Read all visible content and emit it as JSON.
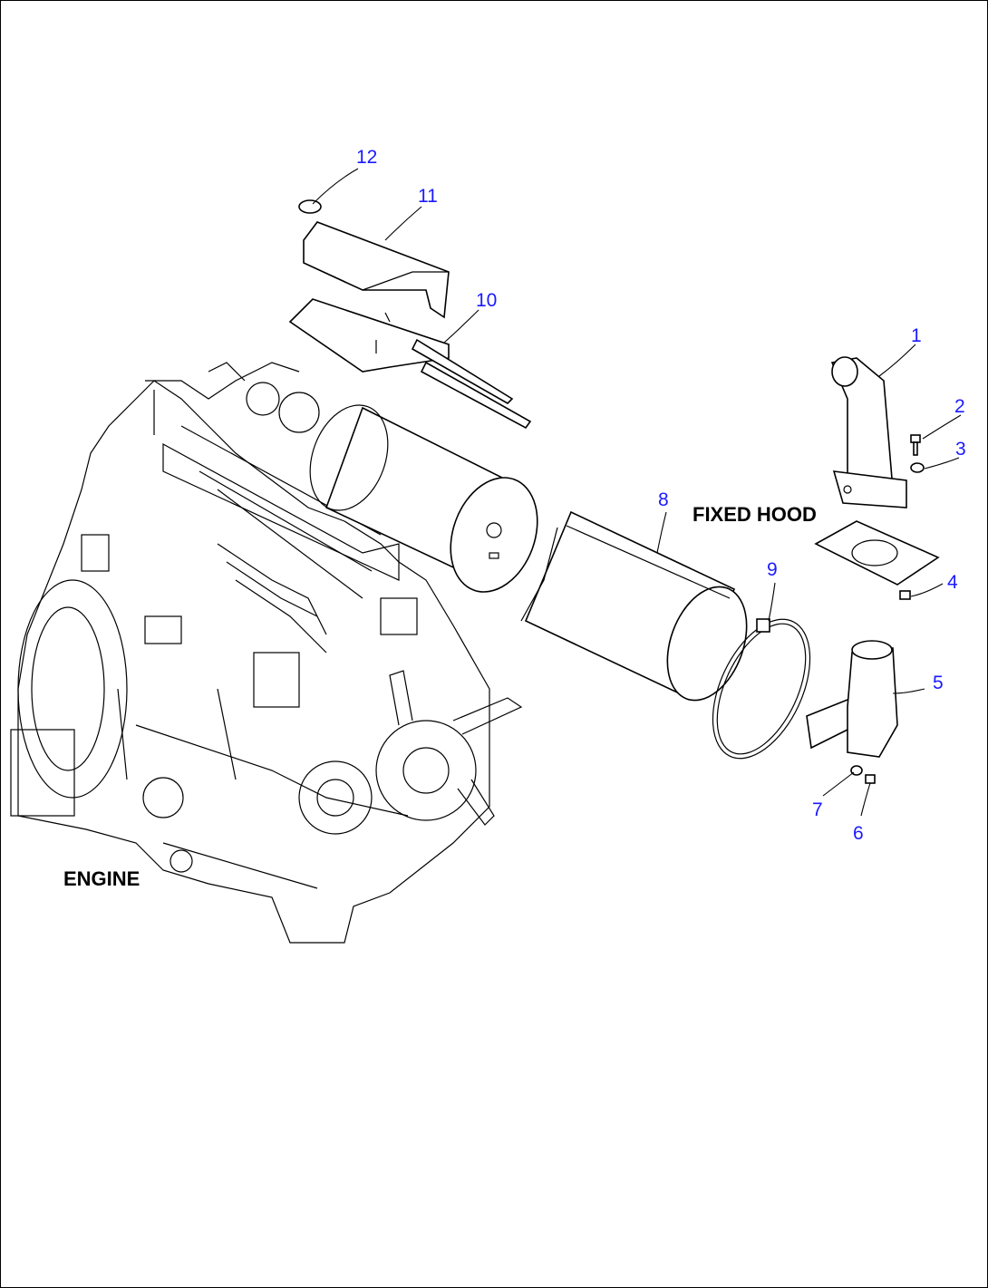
{
  "labels": {
    "engine": "ENGINE",
    "fixed_hood": "FIXED HOOD"
  },
  "callouts": {
    "c1": "1",
    "c2": "2",
    "c3": "3",
    "c4": "4",
    "c5": "5",
    "c6": "6",
    "c7": "7",
    "c8": "8",
    "c9": "9",
    "c10": "10",
    "c11": "11",
    "c12": "12"
  },
  "colors": {
    "callout": "#1a1aff",
    "line": "#000000",
    "background": "#ffffff"
  }
}
